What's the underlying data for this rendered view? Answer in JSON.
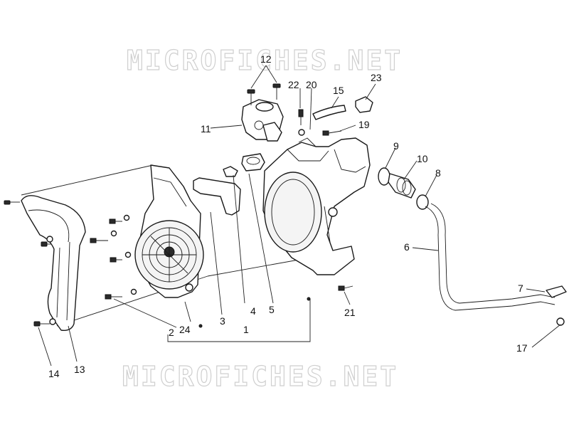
{
  "watermark": {
    "top": "MICROFICHES.NET",
    "bottom": "MICROFICHES.NET"
  },
  "callouts": {
    "c1": "1",
    "c2": "2",
    "c3": "3",
    "c4": "4",
    "c5": "5",
    "c6": "6",
    "c7": "7",
    "c8": "8",
    "c9": "9",
    "c10": "10",
    "c11": "11",
    "c12": "12",
    "c13": "13",
    "c14": "14",
    "c15": "15",
    "c17": "17",
    "c19": "19",
    "c20": "20",
    "c21": "21",
    "c22": "22",
    "c23": "23",
    "c24": "24"
  }
}
